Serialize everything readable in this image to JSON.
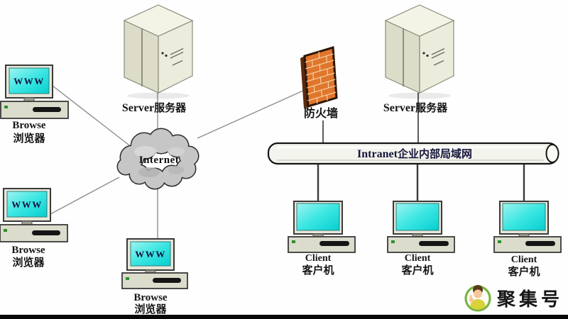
{
  "internet": {
    "label": "Internet"
  },
  "intranet": {
    "label_en": "Intranet",
    "label_zh": "企业内部局域网"
  },
  "firewall": {
    "label": "防火墙"
  },
  "servers": [
    {
      "label_en": "Server",
      "label_zh": "服务器"
    },
    {
      "label_en": "Server",
      "label_zh": "服务器"
    }
  ],
  "browsers": [
    {
      "screen_text": "WWW",
      "label_en": "Browse",
      "label_zh": "浏览器"
    },
    {
      "screen_text": "WWW",
      "label_en": "Browse",
      "label_zh": "浏览器"
    },
    {
      "screen_text": "WWW",
      "label_en": "Browse",
      "label_zh": "浏览器"
    }
  ],
  "clients": [
    {
      "label_en": "Client",
      "label_zh": "客户机"
    },
    {
      "label_en": "Client",
      "label_zh": "客户机"
    },
    {
      "label_en": "Client",
      "label_zh": "客户机"
    }
  ],
  "watermark": {
    "text": "聚集号"
  },
  "colors": {
    "background": "#fefefe",
    "screen_cyan": "#2ee2e0",
    "firewall_orange": "#e0762c",
    "firewall_mortar": "#f6cf9f",
    "cloud_gray": "#c6c6c6",
    "pipe_fill": "#f4f4ee",
    "server_body": "#ececdc",
    "watermark_green": "#79b441",
    "line_gray": "#8e8e8e",
    "text_black": "#151515",
    "pipe_text": "#16163c",
    "bottom_bar": "#080808"
  }
}
